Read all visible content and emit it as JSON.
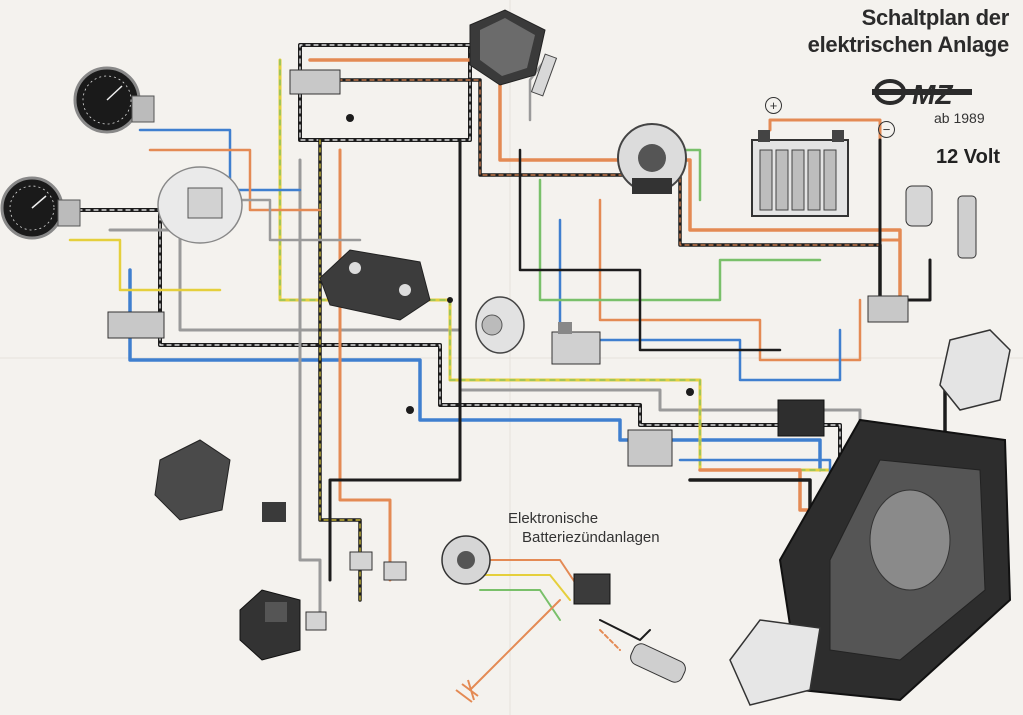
{
  "title": {
    "line1": "Schaltplan der",
    "line2": "elektrischen Anlage"
  },
  "brand": {
    "logo_text": "MZ",
    "year": "ab 1989"
  },
  "voltage": "12 Volt",
  "battery": {
    "positive_symbol": "+",
    "negative_symbol": "−"
  },
  "ignition_label": {
    "line1": "Elektronische",
    "line2": "Batteriezündanlagen"
  },
  "colors": {
    "black": "#1c1c1c",
    "blue": "#3f7fcf",
    "orange": "#e48a54",
    "yellow": "#e5cf3c",
    "green": "#79c06a",
    "grey": "#9a9a9a",
    "paper": "#f4f2ee"
  }
}
